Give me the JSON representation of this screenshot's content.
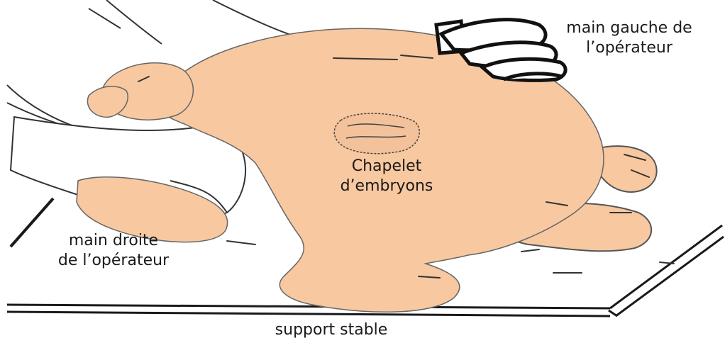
{
  "labels": {
    "left_hand": [
      "main gauche de",
      "l’opérateur"
    ],
    "right_hand": [
      "main droite",
      "de l’opérateur"
    ],
    "embryos": [
      "Chapelet",
      "d’embryons"
    ],
    "support": "support stable"
  },
  "colors": {
    "skin": "#f8c8a0",
    "outline": "#2a2a2a",
    "background": "#ffffff",
    "glove": "#ffffff"
  }
}
